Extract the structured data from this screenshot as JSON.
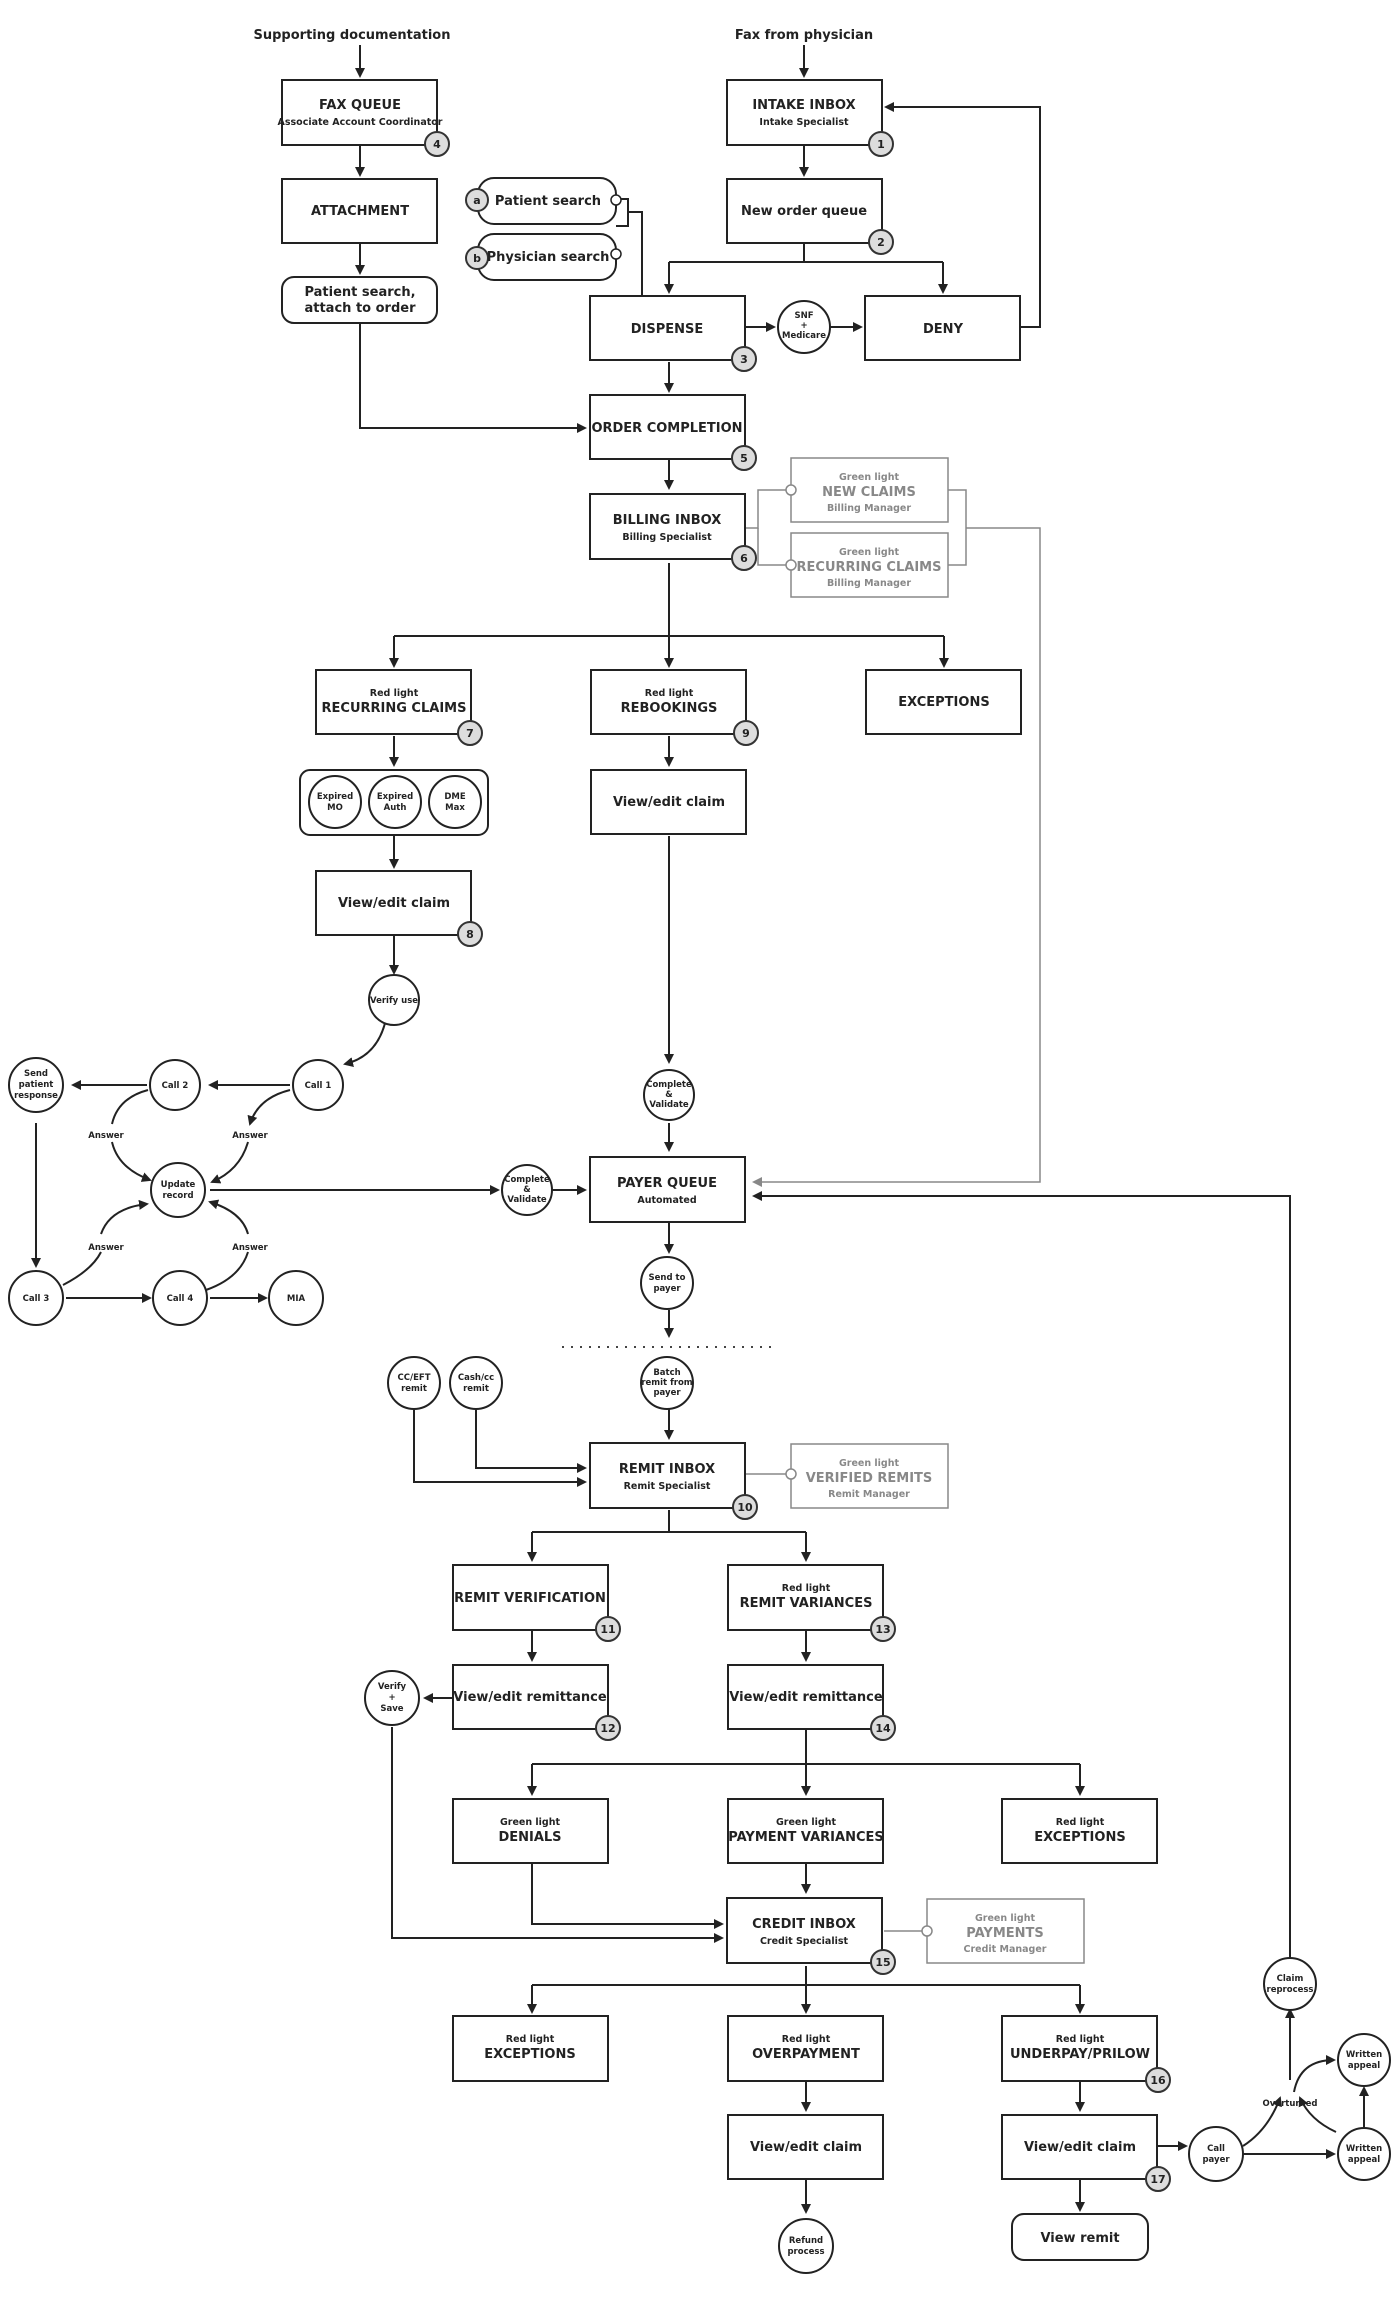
{
  "inputs": {
    "supporting_documentation": "Supporting documentation",
    "fax_from_physician": "Fax from physician"
  },
  "nodes": {
    "fax_queue": {
      "title": "FAX QUEUE",
      "sub": "Associate Account Coordinator",
      "badge": "4"
    },
    "attachment": {
      "title": "ATTACHMENT"
    },
    "patient_search_attach": {
      "line1": "Patient search,",
      "line2": "attach to order"
    },
    "intake_inbox": {
      "title": "INTAKE INBOX",
      "sub": "Intake Specialist",
      "badge": "1"
    },
    "new_order_queue": {
      "title": "New order queue",
      "badge": "2"
    },
    "patient_search": {
      "letter": "a",
      "label": "Patient search"
    },
    "physician_search": {
      "letter": "b",
      "label": "Physician search"
    },
    "dispense": {
      "title": "DISPENSE",
      "badge": "3"
    },
    "snf_medicare": {
      "l1": "SNF",
      "l2": "+",
      "l3": "Medicare"
    },
    "deny": {
      "title": "DENY"
    },
    "order_completion": {
      "title": "ORDER COMPLETION",
      "badge": "5"
    },
    "billing_inbox": {
      "title": "BILLING INBOX",
      "sub": "Billing Specialist",
      "badge": "6"
    },
    "gl_new_claims": {
      "pre": "Green light",
      "title": "NEW CLAIMS",
      "sub": "Billing Manager"
    },
    "gl_recurring_claims": {
      "pre": "Green light",
      "title": "RECURRING CLAIMS",
      "sub": "Billing Manager"
    },
    "rl_recurring_claims": {
      "pre": "Red light",
      "title": "RECURRING CLAIMS",
      "badge": "7"
    },
    "rl_rebookings": {
      "pre": "Red light",
      "title": "REBOOKINGS",
      "badge": "9"
    },
    "exceptions_top": {
      "title": "EXCEPTIONS"
    },
    "expired_mo": {
      "l1": "Expired",
      "l2": "MO"
    },
    "expired_auth": {
      "l1": "Expired",
      "l2": "Auth"
    },
    "dme_max": {
      "l1": "DME",
      "l2": "Max"
    },
    "view_edit_claim_8": {
      "title": "View/edit claim",
      "badge": "8"
    },
    "view_edit_claim_reb": {
      "title": "View/edit claim"
    },
    "verify_use": {
      "label": "Verify use"
    },
    "call_1": {
      "label": "Call 1"
    },
    "call_2": {
      "label": "Call 2"
    },
    "call_3": {
      "label": "Call 3"
    },
    "call_4": {
      "label": "Call 4"
    },
    "mia": {
      "label": "MIA"
    },
    "send_patient_response": {
      "l1": "Send",
      "l2": "patient",
      "l3": "response"
    },
    "answer": {
      "label": "Answer"
    },
    "update_record": {
      "l1": "Update",
      "l2": "record"
    },
    "complete_validate": {
      "l1": "Complete",
      "l2": "&",
      "l3": "Validate"
    },
    "payer_queue": {
      "title": "PAYER QUEUE",
      "sub": "Automated"
    },
    "send_to_payer": {
      "l1": "Send to",
      "l2": "payer"
    },
    "batch_remit": {
      "l1": "Batch",
      "l2": "remit from",
      "l3": "payer"
    },
    "cc_eft_remit": {
      "l1": "CC/EFT",
      "l2": "remit"
    },
    "cash_cc_remit": {
      "l1": "Cash/cc",
      "l2": "remit"
    },
    "remit_inbox": {
      "title": "REMIT INBOX",
      "sub": "Remit Specialist",
      "badge": "10"
    },
    "gl_verified_remits": {
      "pre": "Green light",
      "title": "VERIFIED REMITS",
      "sub": "Remit Manager"
    },
    "remit_verification": {
      "title": "REMIT VERIFICATION",
      "badge": "11"
    },
    "rl_remit_variances": {
      "pre": "Red light",
      "title": "REMIT VARIANCES",
      "badge": "13"
    },
    "verify_save": {
      "l1": "Verify",
      "l2": "+",
      "l3": "Save"
    },
    "view_edit_remittance_12": {
      "title": "View/edit remittance",
      "badge": "12"
    },
    "view_edit_remittance_14": {
      "title": "View/edit remittance",
      "badge": "14"
    },
    "gl_denials": {
      "pre": "Green light",
      "title": "DENIALS"
    },
    "gl_payment_variances": {
      "pre": "Green light",
      "title": "PAYMENT VARIANCES"
    },
    "rl_exceptions_mid": {
      "pre": "Red light",
      "title": "EXCEPTIONS"
    },
    "credit_inbox": {
      "title": "CREDIT INBOX",
      "sub": "Credit Specialist",
      "badge": "15"
    },
    "gl_payments": {
      "pre": "Green light",
      "title": "PAYMENTS",
      "sub": "Credit Manager"
    },
    "rl_exceptions_bot": {
      "pre": "Red light",
      "title": "EXCEPTIONS"
    },
    "rl_overpayment": {
      "pre": "Red light",
      "title": "OVERPAYMENT"
    },
    "rl_underpay": {
      "pre": "Red light",
      "title": "UNDERPAY/PRILOW",
      "badge": "16"
    },
    "view_edit_claim_over": {
      "title": "View/edit claim"
    },
    "view_edit_claim_17": {
      "title": "View/edit claim",
      "badge": "17"
    },
    "refund_process": {
      "l1": "Refund",
      "l2": "process"
    },
    "view_remit": {
      "title": "View remit"
    },
    "call_payer": {
      "l1": "Call",
      "l2": "payer"
    },
    "written_appeal": {
      "l1": "Written",
      "l2": "appeal"
    },
    "overturned": {
      "label": "Overturned"
    },
    "claim_reprocess": {
      "l1": "Claim",
      "l2": "reprocess"
    }
  }
}
